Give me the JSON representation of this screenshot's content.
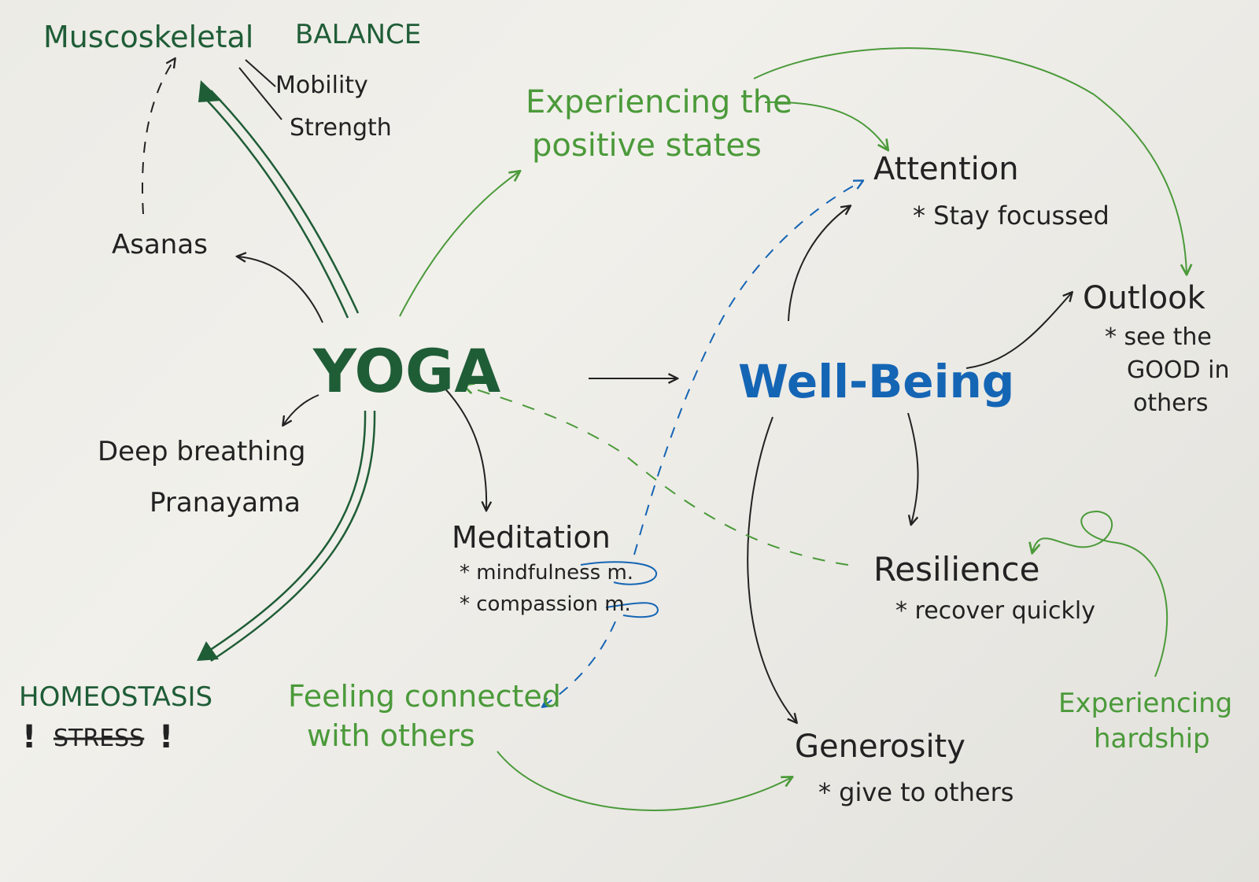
{
  "colors": {
    "paper": "#ecebe6",
    "dark_green": "#1f5d37",
    "light_green": "#4b9a3a",
    "blue": "#1565b5",
    "black": "#222222"
  },
  "nodes": {
    "yoga": "YOGA",
    "wellbeing": "Well-Being",
    "musculo": "Muscoskeletal",
    "balance": "BALANCE",
    "mobility": "Mobility",
    "strength": "Strength",
    "asanas": "Asanas",
    "deep_breathing": "Deep breathing",
    "pranayama": "Pranayama",
    "homeostasis": "HOMEOSTASIS",
    "stress": "STRESS",
    "stress_mark_left": "!",
    "stress_mark_right": "!",
    "meditation": "Meditation",
    "mindfulness": "* mindfulness m.",
    "compassion": "* compassion m.",
    "exp_positive_1": "Experiencing the",
    "exp_positive_2": "positive states",
    "feeling_1": "Feeling connected",
    "feeling_2": "with others",
    "attention": "Attention",
    "attention_sub": "* Stay focussed",
    "outlook": "Outlook",
    "outlook_sub_1": "* see the",
    "outlook_sub_2": "GOOD in",
    "outlook_sub_3": "others",
    "resilience": "Resilience",
    "resilience_sub": "* recover quickly",
    "generosity": "Generosity",
    "generosity_sub": "* give to others",
    "hardship_1": "Experiencing",
    "hardship_2": "hardship"
  }
}
